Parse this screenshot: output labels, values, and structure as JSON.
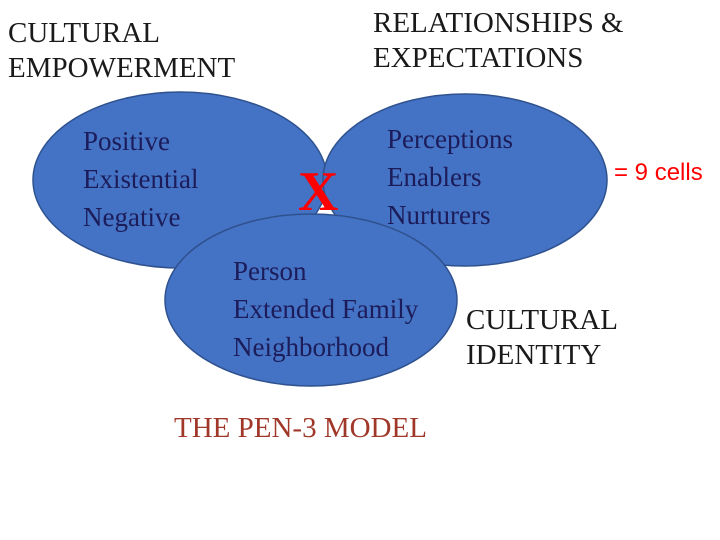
{
  "labels": {
    "cultural_empowerment": [
      "CULTURAL",
      "EMPOWERMENT"
    ],
    "relationships_expectations": [
      "RELATIONSHIPS &",
      "EXPECTATIONS"
    ],
    "cultural_identity": [
      "CULTURAL",
      "IDENTITY"
    ]
  },
  "ellipses": {
    "left": [
      "Positive",
      "Existential",
      "Negative"
    ],
    "right": [
      "Perceptions",
      "Enablers",
      "Nurturers"
    ],
    "bottom": [
      "Person",
      "Extended Family",
      "Neighborhood"
    ]
  },
  "multiply_symbol": "X",
  "result_text": "= 9 cells",
  "title": "THE PEN-3 MODEL",
  "colors": {
    "ellipse_fill": "#4472c4",
    "ellipse_stroke": "#2f528f",
    "accent_red": "#ff0000",
    "title_color": "#a0382a"
  }
}
